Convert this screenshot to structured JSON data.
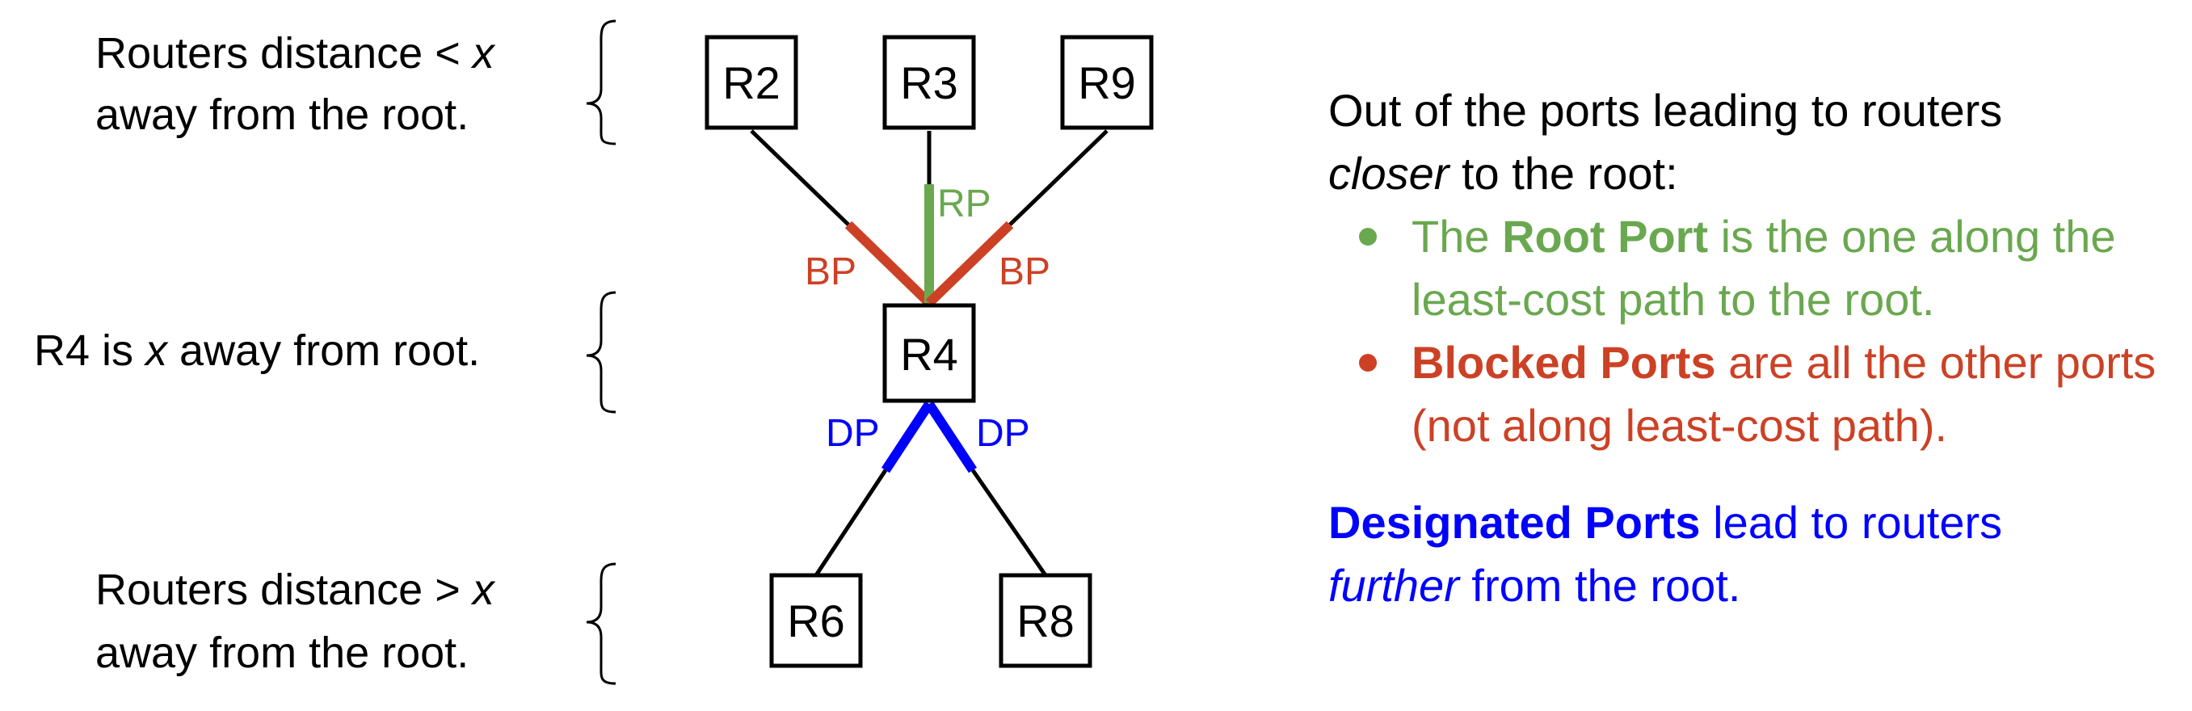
{
  "left_labels": {
    "upper_prefix": "Routers distance < ",
    "upper_var": "x",
    "upper_line2": "away from the root.",
    "middle_prefix": "R4 is ",
    "middle_var": "x",
    "middle_suffix": " away from root.",
    "lower_prefix": "Routers distance > ",
    "lower_var": "x",
    "lower_line2": "away from the root."
  },
  "nodes": {
    "r2": "R2",
    "r3": "R3",
    "r9": "R9",
    "r4": "R4",
    "r6": "R6",
    "r8": "R8"
  },
  "ports": {
    "bp_left": "BP",
    "rp": "RP",
    "bp_right": "BP",
    "dp_left": "DP",
    "dp_right": "DP"
  },
  "colors": {
    "root_port": "#6aa84f",
    "blocked_port": "#cc4125",
    "designated_port": "#0000ff",
    "link": "#000000"
  },
  "explanation": {
    "intro_line1": "Out of the ports leading to routers",
    "intro_em": "closer",
    "intro_rest": " to the root:",
    "bullet1_pre": "The ",
    "bullet1_bold": "Root Port",
    "bullet1_rest": " is the one along the least-cost path to the root.",
    "bullet2_bold": "Blocked Ports",
    "bullet2_rest": " are all the other ports (not along least-cost path).",
    "designated_bold": "Designated Ports",
    "designated_rest": " lead to routers",
    "designated_em": "further",
    "designated_tail": " from the root."
  }
}
